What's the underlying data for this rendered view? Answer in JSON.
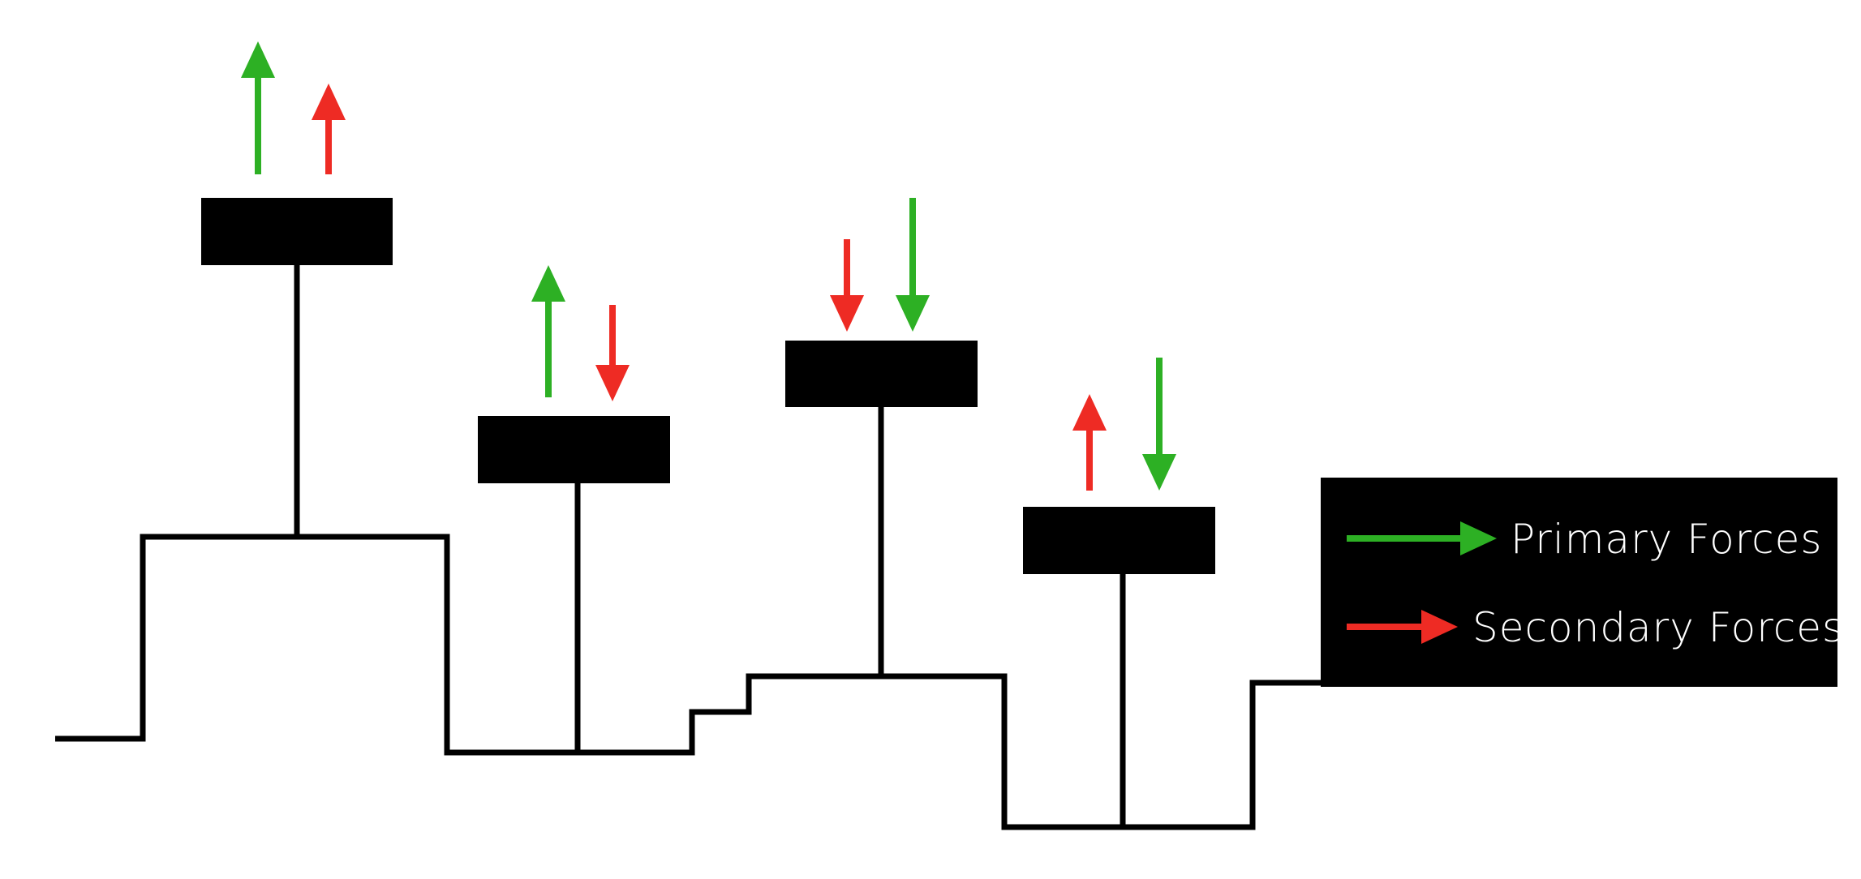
{
  "colors": {
    "primary": "#2db024",
    "secondary": "#ee2b24",
    "structure": "#000000",
    "background": "#ffffff",
    "legend_text": "#ffffff"
  },
  "legend": {
    "primary_label": "Primary Forces",
    "secondary_label": "Secondary Forces"
  },
  "candles": [
    {
      "id": "candle-1",
      "forces": [
        {
          "kind": "primary",
          "direction": "up"
        },
        {
          "kind": "secondary",
          "direction": "up"
        }
      ]
    },
    {
      "id": "candle-2",
      "forces": [
        {
          "kind": "primary",
          "direction": "up"
        },
        {
          "kind": "secondary",
          "direction": "down"
        }
      ]
    },
    {
      "id": "candle-3",
      "forces": [
        {
          "kind": "secondary",
          "direction": "down"
        },
        {
          "kind": "primary",
          "direction": "down"
        }
      ]
    },
    {
      "id": "candle-4",
      "forces": [
        {
          "kind": "secondary",
          "direction": "up"
        },
        {
          "kind": "primary",
          "direction": "down"
        }
      ]
    }
  ]
}
